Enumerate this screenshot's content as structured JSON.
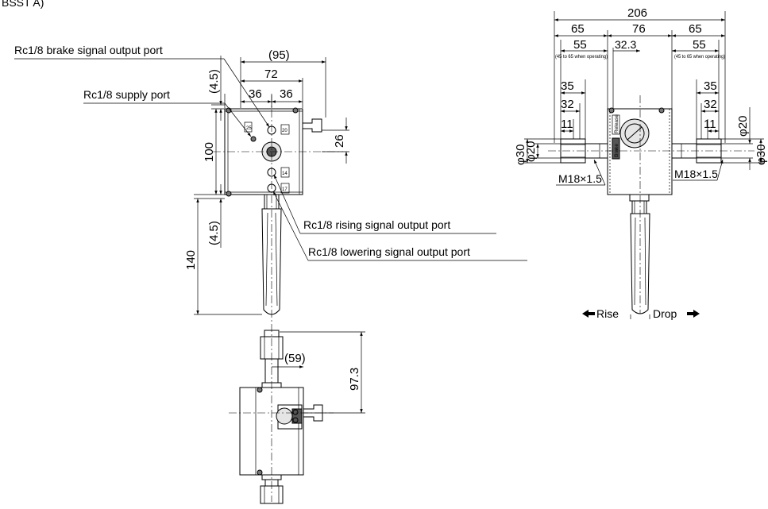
{
  "header_fragment": "BSST A)",
  "side_view": {
    "callouts": {
      "brake_port": "Rc1/8 brake signal output port",
      "supply_port": "Rc1/8 supply port",
      "rising_port": "Rc1/8 rising signal output port",
      "lowering_port": "Rc1/8 lowering signal output port"
    },
    "dims": {
      "overall_width": "(95)",
      "body_width": "72",
      "half_left": "36",
      "half_right": "36",
      "top_offset": "(4.5)",
      "height": "100",
      "bottom_offset": "(4.5)",
      "lever_length": "140",
      "port_offset": "26"
    },
    "port_tags": [
      "25",
      "20",
      "14",
      "17"
    ]
  },
  "bottom_view": {
    "dims": {
      "offset": "(59)",
      "height": "97.3"
    }
  },
  "front_view": {
    "dims": {
      "overall": "206",
      "left_outer": "65",
      "center": "76",
      "right_outer": "65",
      "left_55": "55",
      "right_55": "55",
      "operating_note": "(45 to 65 when operating)",
      "center_offset": "32.3",
      "left_35": "35",
      "right_35": "35",
      "left_32": "32",
      "right_32": "32",
      "left_11": "11",
      "right_11": "11",
      "dia30_left": "φ30",
      "dia20_left": "φ20",
      "dia20_right": "φ20",
      "dia30_right": "φ30",
      "thread_left": "M18×1.5",
      "thread_right": "M18×1.5"
    },
    "labels": {
      "release": "Release",
      "brake": "Brake",
      "rise": "Rise",
      "drop": "Drop"
    }
  }
}
